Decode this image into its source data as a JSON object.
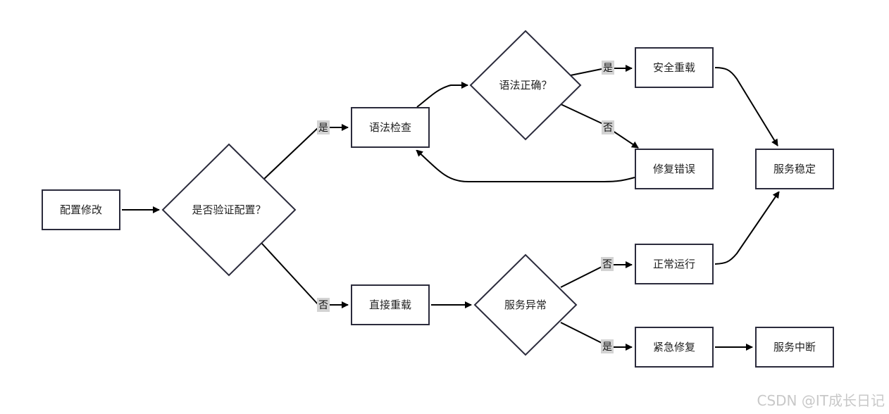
{
  "nodes": {
    "config_change": "配置修改",
    "verify_config": "是否验证配置？",
    "syntax_check": "语法检查",
    "syntax_ok": "语法正确？",
    "safe_reload": "安全重载",
    "fix_error": "修复错误",
    "service_stable": "服务稳定",
    "direct_reload": "直接重载",
    "service_abnormal": "服务异常",
    "normal_run": "正常运行",
    "emergency_fix": "紧急修复",
    "service_down": "服务中断"
  },
  "edge_labels": {
    "verify_yes": "是",
    "verify_no": "否",
    "syntax_yes": "是",
    "syntax_no": "否",
    "abnormal_no": "否",
    "abnormal_yes": "是"
  },
  "watermark": "CSDN @IT成长日记"
}
